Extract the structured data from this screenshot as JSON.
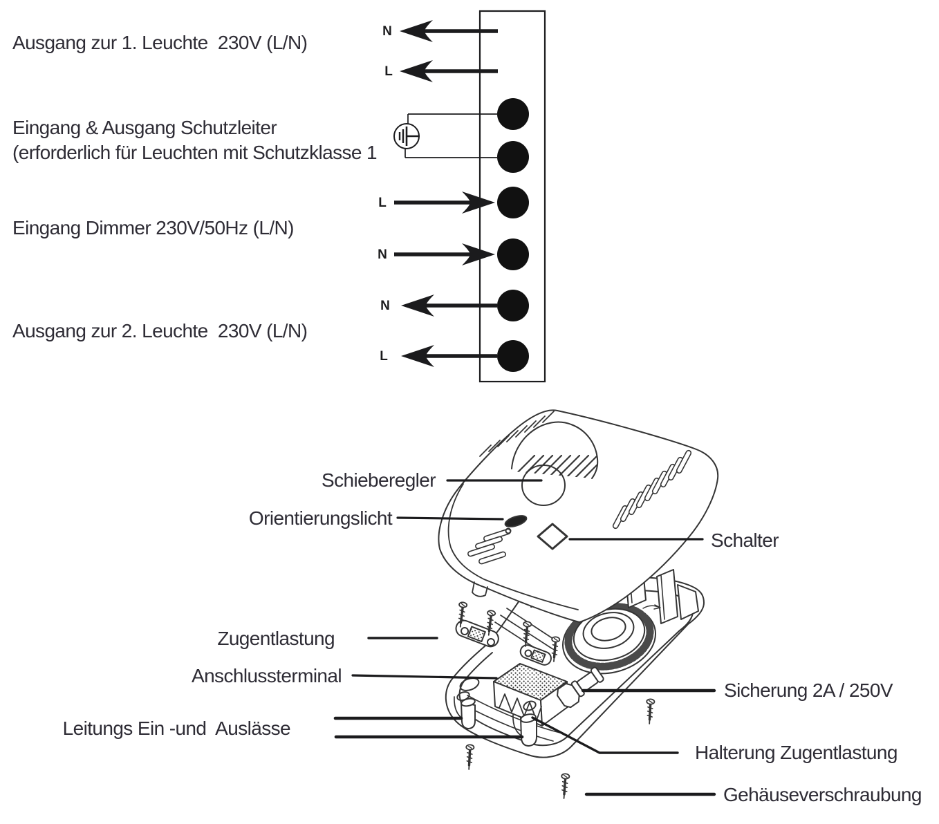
{
  "colors": {
    "ink": "#1b1b1d",
    "sketch": "#343434",
    "label_text": "#2e2c35"
  },
  "wiring": {
    "labels": {
      "output1": "Ausgang zur 1. Leuchte  230V (L/N)",
      "earth1": "Eingang & Ausgang Schutzleiter",
      "earth2": "(erforderlich für Leuchten mit Schutzklasse 1",
      "input": "Eingang Dimmer 230V/50Hz (L/N)",
      "output2": "Ausgang zur 2. Leuchte  230V (L/N)"
    },
    "terminal_count": 6,
    "conductors": [
      {
        "label": "N",
        "direction": "out-left"
      },
      {
        "label": "L",
        "direction": "out-left"
      },
      {
        "label": "L",
        "direction": "in-right"
      },
      {
        "label": "N",
        "direction": "in-right"
      },
      {
        "label": "N",
        "direction": "out-left"
      },
      {
        "label": "L",
        "direction": "out-left"
      }
    ]
  },
  "device": {
    "labels": {
      "slider": "Schieberegler",
      "orientation_light": "Orientierungslicht",
      "switch": "Schalter",
      "strain_relief": "Zugentlastung",
      "terminal": "Anschlussterminal",
      "fuse": "Sicherung 2A / 250V",
      "cable_io": "Leitungs Ein -und  Auslässe",
      "strain_relief_mount": "Halterung Zugentlastung",
      "housing_screw": "Gehäuseverschraubung"
    }
  }
}
